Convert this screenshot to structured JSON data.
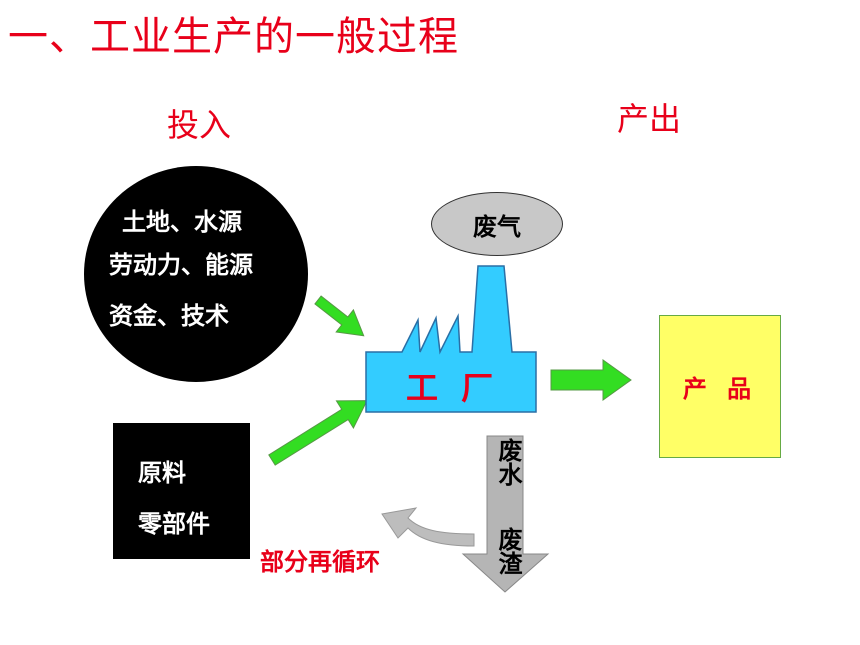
{
  "title": "一、工业生产的一般过程",
  "input_label": "投入",
  "output_label": "产出",
  "inputs": {
    "lines": [
      "土地、水源",
      "劳动力、能源",
      "资金、技术"
    ]
  },
  "materials": {
    "lines": [
      "原料",
      "零部件"
    ]
  },
  "factory": {
    "label": "工 厂"
  },
  "exhaust": {
    "label": "废气"
  },
  "product": {
    "label": "产 品"
  },
  "waste": {
    "line1": "废水",
    "line2": "废渣"
  },
  "recycle": {
    "label": "部分再循环"
  },
  "colors": {
    "title_red": "#e8001a",
    "factory_blue": "#33ccff",
    "arrow_green": "#33dd22",
    "product_yellow": "#ffff66",
    "exhaust_gray": "#c8c8c8",
    "waste_gray": "#b5b5b5"
  }
}
